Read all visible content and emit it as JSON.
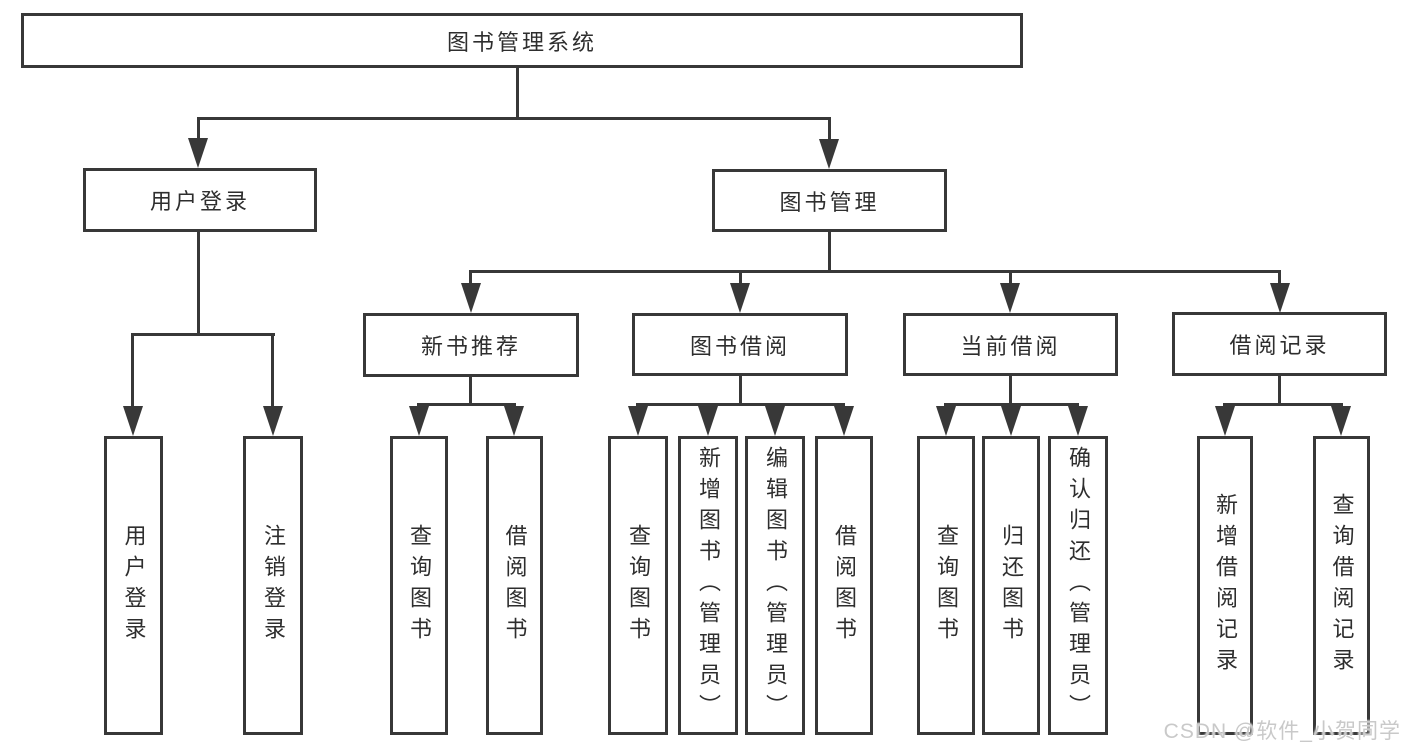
{
  "title": "图书管理系统",
  "tree": {
    "label": "图书管理系统",
    "children": [
      {
        "label": "用户登录",
        "children": [
          {
            "label": "用户登录"
          },
          {
            "label": "注销登录"
          }
        ]
      },
      {
        "label": "图书管理",
        "children": [
          {
            "label": "新书推荐",
            "children": [
              {
                "label": "查询图书"
              },
              {
                "label": "借阅图书"
              }
            ]
          },
          {
            "label": "图书借阅",
            "children": [
              {
                "label": "查询图书"
              },
              {
                "label": "新增图书（管理员）"
              },
              {
                "label": "编辑图书（管理员）"
              },
              {
                "label": "借阅图书"
              }
            ]
          },
          {
            "label": "当前借阅",
            "children": [
              {
                "label": "查询图书"
              },
              {
                "label": "归还图书"
              },
              {
                "label": "确认归还（管理员）"
              }
            ]
          },
          {
            "label": "借阅记录",
            "children": [
              {
                "label": "新增借阅记录"
              },
              {
                "label": "查询借阅记录"
              }
            ]
          }
        ]
      }
    ]
  },
  "watermark": "CSDN @软件_小贺同学",
  "colors": {
    "line": "#383838",
    "text": "#2e2e2e",
    "background": "#ffffff",
    "watermark": "#c9c9c9"
  }
}
